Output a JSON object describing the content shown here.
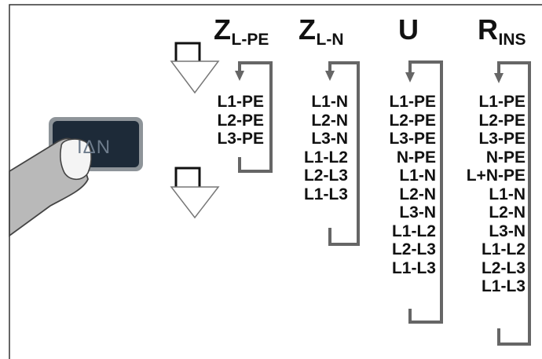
{
  "button": {
    "label": "IΔN"
  },
  "columns": [
    {
      "name": "Z",
      "sub": "L-PE",
      "items": [
        "L1-PE",
        "L2-PE",
        "L3-PE"
      ]
    },
    {
      "name": "Z",
      "sub": "L-N",
      "items": [
        "L1-N",
        "L2-N",
        "L3-N",
        "L1-L2",
        "L2-L3",
        "L1-L3"
      ]
    },
    {
      "name": "U",
      "sub": "",
      "items": [
        "L1-PE",
        "L2-PE",
        "L3-PE",
        "N-PE",
        "L1-N",
        "L2-N",
        "L3-N",
        "L1-L2",
        "L2-L3",
        "L1-L3"
      ]
    },
    {
      "name": "R",
      "sub": "INS",
      "items": [
        "L1-PE",
        "L2-PE",
        "L3-PE",
        "N-PE",
        "L+N-PE",
        "L1-N",
        "L2-N",
        "L3-N",
        "L1-L2",
        "L2-L3",
        "L1-L3"
      ]
    }
  ],
  "colors": {
    "line": "#666666",
    "text": "#111111",
    "key": "#1d2a38",
    "key_bezel": "#8e9499",
    "finger": "#b9b9b9"
  },
  "icons": [
    "press-key-icon",
    "finger-icon",
    "step-down-arrow-icon",
    "cycle-loop-icon"
  ]
}
